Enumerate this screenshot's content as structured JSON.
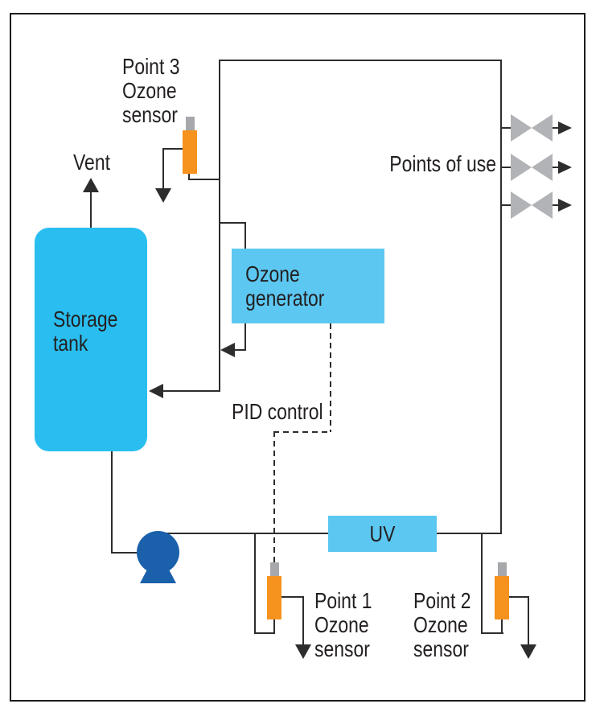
{
  "diagram": {
    "type": "process-flow",
    "labels": {
      "vent": "Vent",
      "point3_sensor": "Point 3\nOzone\nsensor",
      "storage_tank": "Storage\ntank",
      "ozone_generator": "Ozone generator",
      "pid_control": "PID control",
      "points_of_use": "Points of use",
      "uv": "UV",
      "point1_sensor": "Point 1\nOzone\nsensor",
      "point2_sensor": "Point 2\nOzone\nsensor"
    },
    "colors": {
      "tank": "#29BEEF",
      "process_box": "#5CC8F2",
      "pump": "#1A60AB",
      "sensor_body": "#F6921E",
      "sensor_cap": "#A6A8AB",
      "valve": "#B1B3B6",
      "line": "#2D2D2D",
      "text": "#231F20"
    }
  }
}
